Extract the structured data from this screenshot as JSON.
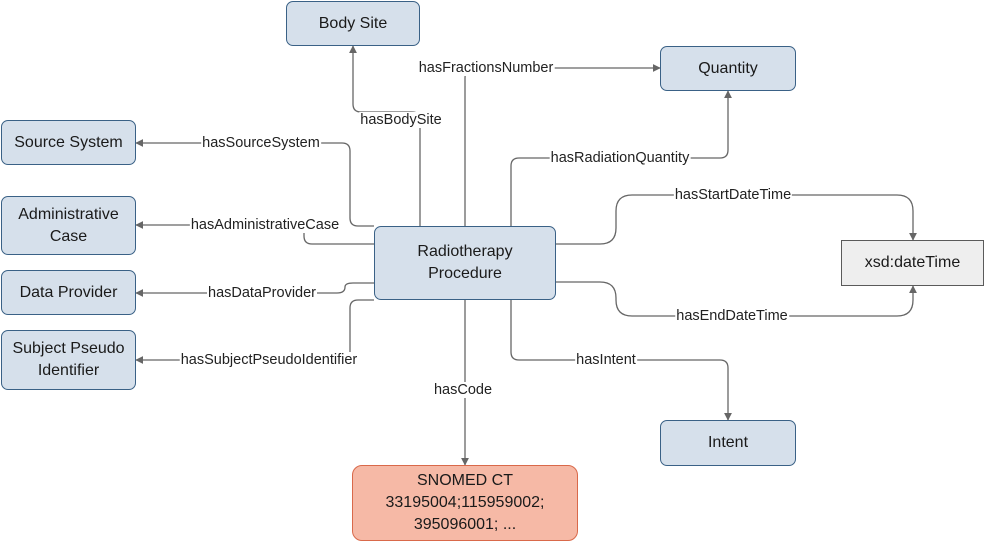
{
  "nodes": {
    "center": "Radiotherapy Procedure",
    "body_site": "Body Site",
    "quantity": "Quantity",
    "source_system": "Source System",
    "administrative_case": "Administrative Case",
    "data_provider": "Data Provider",
    "subject_pseudo_identifier": "Subject Pseudo Identifier",
    "datetime": "xsd:dateTime",
    "intent": "Intent",
    "snomed_title": "SNOMED CT",
    "snomed_codes": "33195004;115959002; 395096001; ..."
  },
  "edges": {
    "has_fractions_number": "hasFractionsNumber",
    "has_body_site": "hasBodySite",
    "has_source_system": "hasSourceSystem",
    "has_radiation_quantity": "hasRadiationQuantity",
    "has_start_date_time": "hasStartDateTime",
    "has_administrative_case": "hasAdministrativeCase",
    "has_data_provider": "hasDataProvider",
    "has_end_date_time": "hasEndDateTime",
    "has_subject_pseudo_identifier": "hasSubjectPseudoIdentifier",
    "has_intent": "hasIntent",
    "has_code": "hasCode"
  },
  "colors": {
    "node_fill": "#d6e0eb",
    "node_border": "#3a6186",
    "datatype_fill": "#eeeeee",
    "code_fill": "#f6b9a6",
    "code_border": "#d9694a",
    "edge": "#666666"
  }
}
